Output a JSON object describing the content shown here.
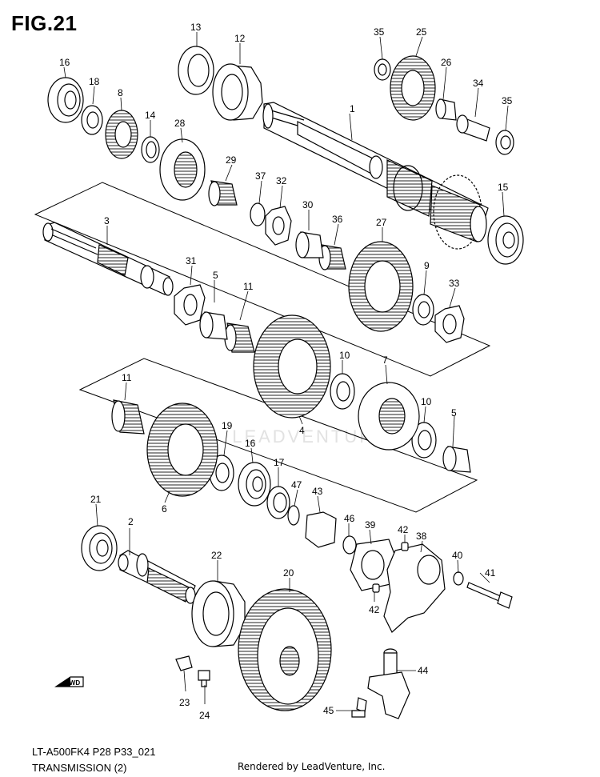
{
  "figure": {
    "title": "FIG.21",
    "model_code": "LT-A500FK4 P28 P33_021",
    "section": "TRANSMISSION (2)",
    "credit": "Rendered by LeadVenture, Inc.",
    "watermark": "LEADVENTURE",
    "fwd_label": "FWD"
  },
  "callouts": [
    "1",
    "2",
    "3",
    "4",
    "5",
    "5",
    "6",
    "7",
    "8",
    "9",
    "10",
    "10",
    "11",
    "11",
    "12",
    "13",
    "14",
    "15",
    "16",
    "16",
    "17",
    "18",
    "19",
    "20",
    "21",
    "22",
    "23",
    "24",
    "25",
    "26",
    "27",
    "28",
    "29",
    "30",
    "31",
    "32",
    "33",
    "34",
    "35",
    "35",
    "36",
    "37",
    "38",
    "39",
    "40",
    "41",
    "42",
    "42",
    "43",
    "44",
    "45",
    "46",
    "47"
  ],
  "icons": [
    "fwd-arrow-icon"
  ]
}
